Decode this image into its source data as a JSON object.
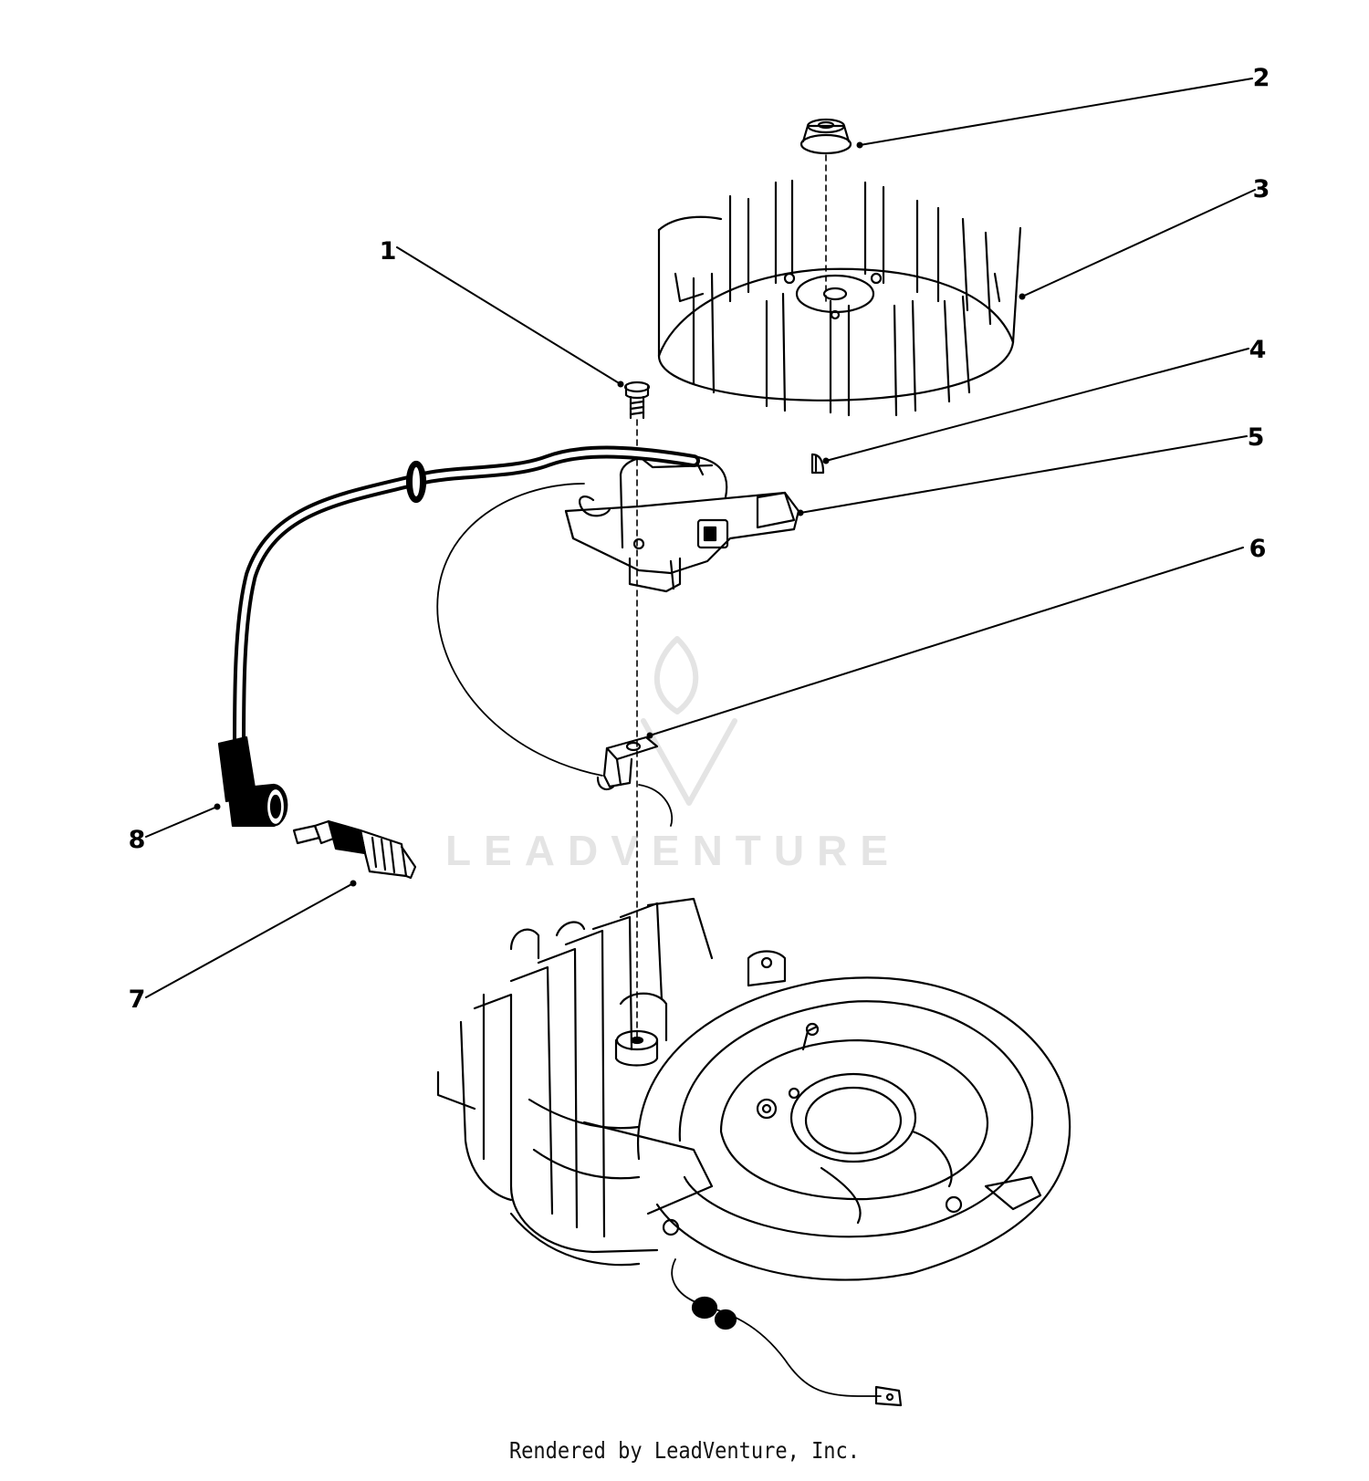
{
  "diagram": {
    "callouts": [
      {
        "id": "1",
        "label": "1"
      },
      {
        "id": "2",
        "label": "2"
      },
      {
        "id": "3",
        "label": "3"
      },
      {
        "id": "4",
        "label": "4"
      },
      {
        "id": "5",
        "label": "5"
      },
      {
        "id": "6",
        "label": "6"
      },
      {
        "id": "7",
        "label": "7"
      },
      {
        "id": "8",
        "label": "8"
      }
    ]
  },
  "watermark": {
    "text": "LEADVENTURE",
    "logo": "flame-v-logo"
  },
  "footer": {
    "text": "Rendered by LeadVenture, Inc."
  }
}
